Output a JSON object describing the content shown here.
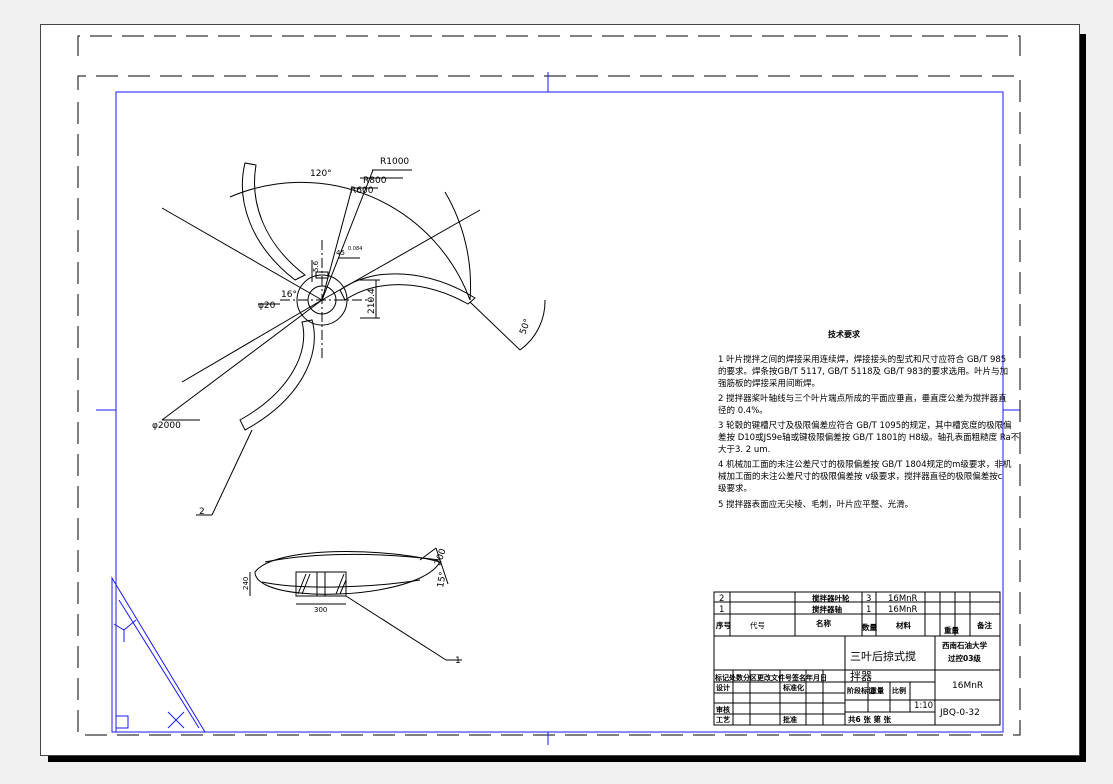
{
  "drawing": {
    "dims": {
      "angle_top": "120°",
      "r_outer": "R1000",
      "r_mid": "R800",
      "r_inner": "R600",
      "slot": "45",
      "slot_tol": "0.084",
      "key_depth": "5.6",
      "hub_angle": "16°",
      "bore": "φ20",
      "hub_height": "210.4",
      "blade_angle": "50°",
      "diameter": "φ2000",
      "side_240": "240",
      "side_300": "300",
      "side_200": "200",
      "side_15": "15°"
    },
    "balloons": {
      "b1": "1",
      "b2": "2"
    }
  },
  "tech": {
    "title": "技术要求",
    "lines": [
      "1  叶片搅拌之间的焊接采用连续焊，焊接接头的型式和尺寸应符合 GB/T 985",
      "    的要求。焊条按GB/T 5117, GB/T 5118及 GB/T 983的要求选用。叶片与加",
      "    强筋板的焊接采用间断焊。",
      "2  搅拌器桨叶轴线与三个叶片端点所成的平面应垂直，垂直度公差为搅拌器直",
      "    径的 0.4%。",
      "3  轮毂的键槽尺寸及极限偏差应符合 GB/T 1095的规定，其中槽宽度的极限偏",
      "    差按 D10或JS9e轴或键极限偏差按 GB/T 1801的 H8级。轴孔表面粗糙度 Ra不",
      "    大于3. 2 um.",
      "4  机械加工面的未注公差尺寸的极限偏差按 GB/T 1804规定的m级要求，非机",
      "    械加工面的未注公差尺寸的极限偏差按 v级要求，搅拌器直径的极限偏差按c",
      "    级要求。",
      "5  搅拌器表面应无尖棱、毛刺，叶片应平整、光滑。"
    ]
  },
  "bom": {
    "rows": [
      {
        "no": "2",
        "name": "搅拌器叶轮",
        "qty": "3",
        "mat": "16MnR"
      },
      {
        "no": "1",
        "name": "搅拌器轴",
        "qty": "1",
        "mat": "16MnR"
      }
    ],
    "head": {
      "no": "序号",
      "code": "代号",
      "name": "名称",
      "qty": "数量",
      "mat": "材料",
      "weight": "重量",
      "note": "备注"
    }
  },
  "title_block": {
    "name_l1": "三叶后掠式搅",
    "name_l2": "拌器",
    "school": "西南石油大学",
    "class": "过控03级",
    "material": "16MnR",
    "scale": "1:10",
    "drawing_no": "JBQ-0-32",
    "sheets": "共6 张 第  张",
    "r1": "标记处数分区更改文件号签名年月日",
    "r2a": "设计",
    "r2b": "标准化",
    "r2c": "阶段标记",
    "r2d": "重量",
    "r2e": "比例",
    "r3a": "审核",
    "r4a": "工艺",
    "r4b": "批准"
  }
}
